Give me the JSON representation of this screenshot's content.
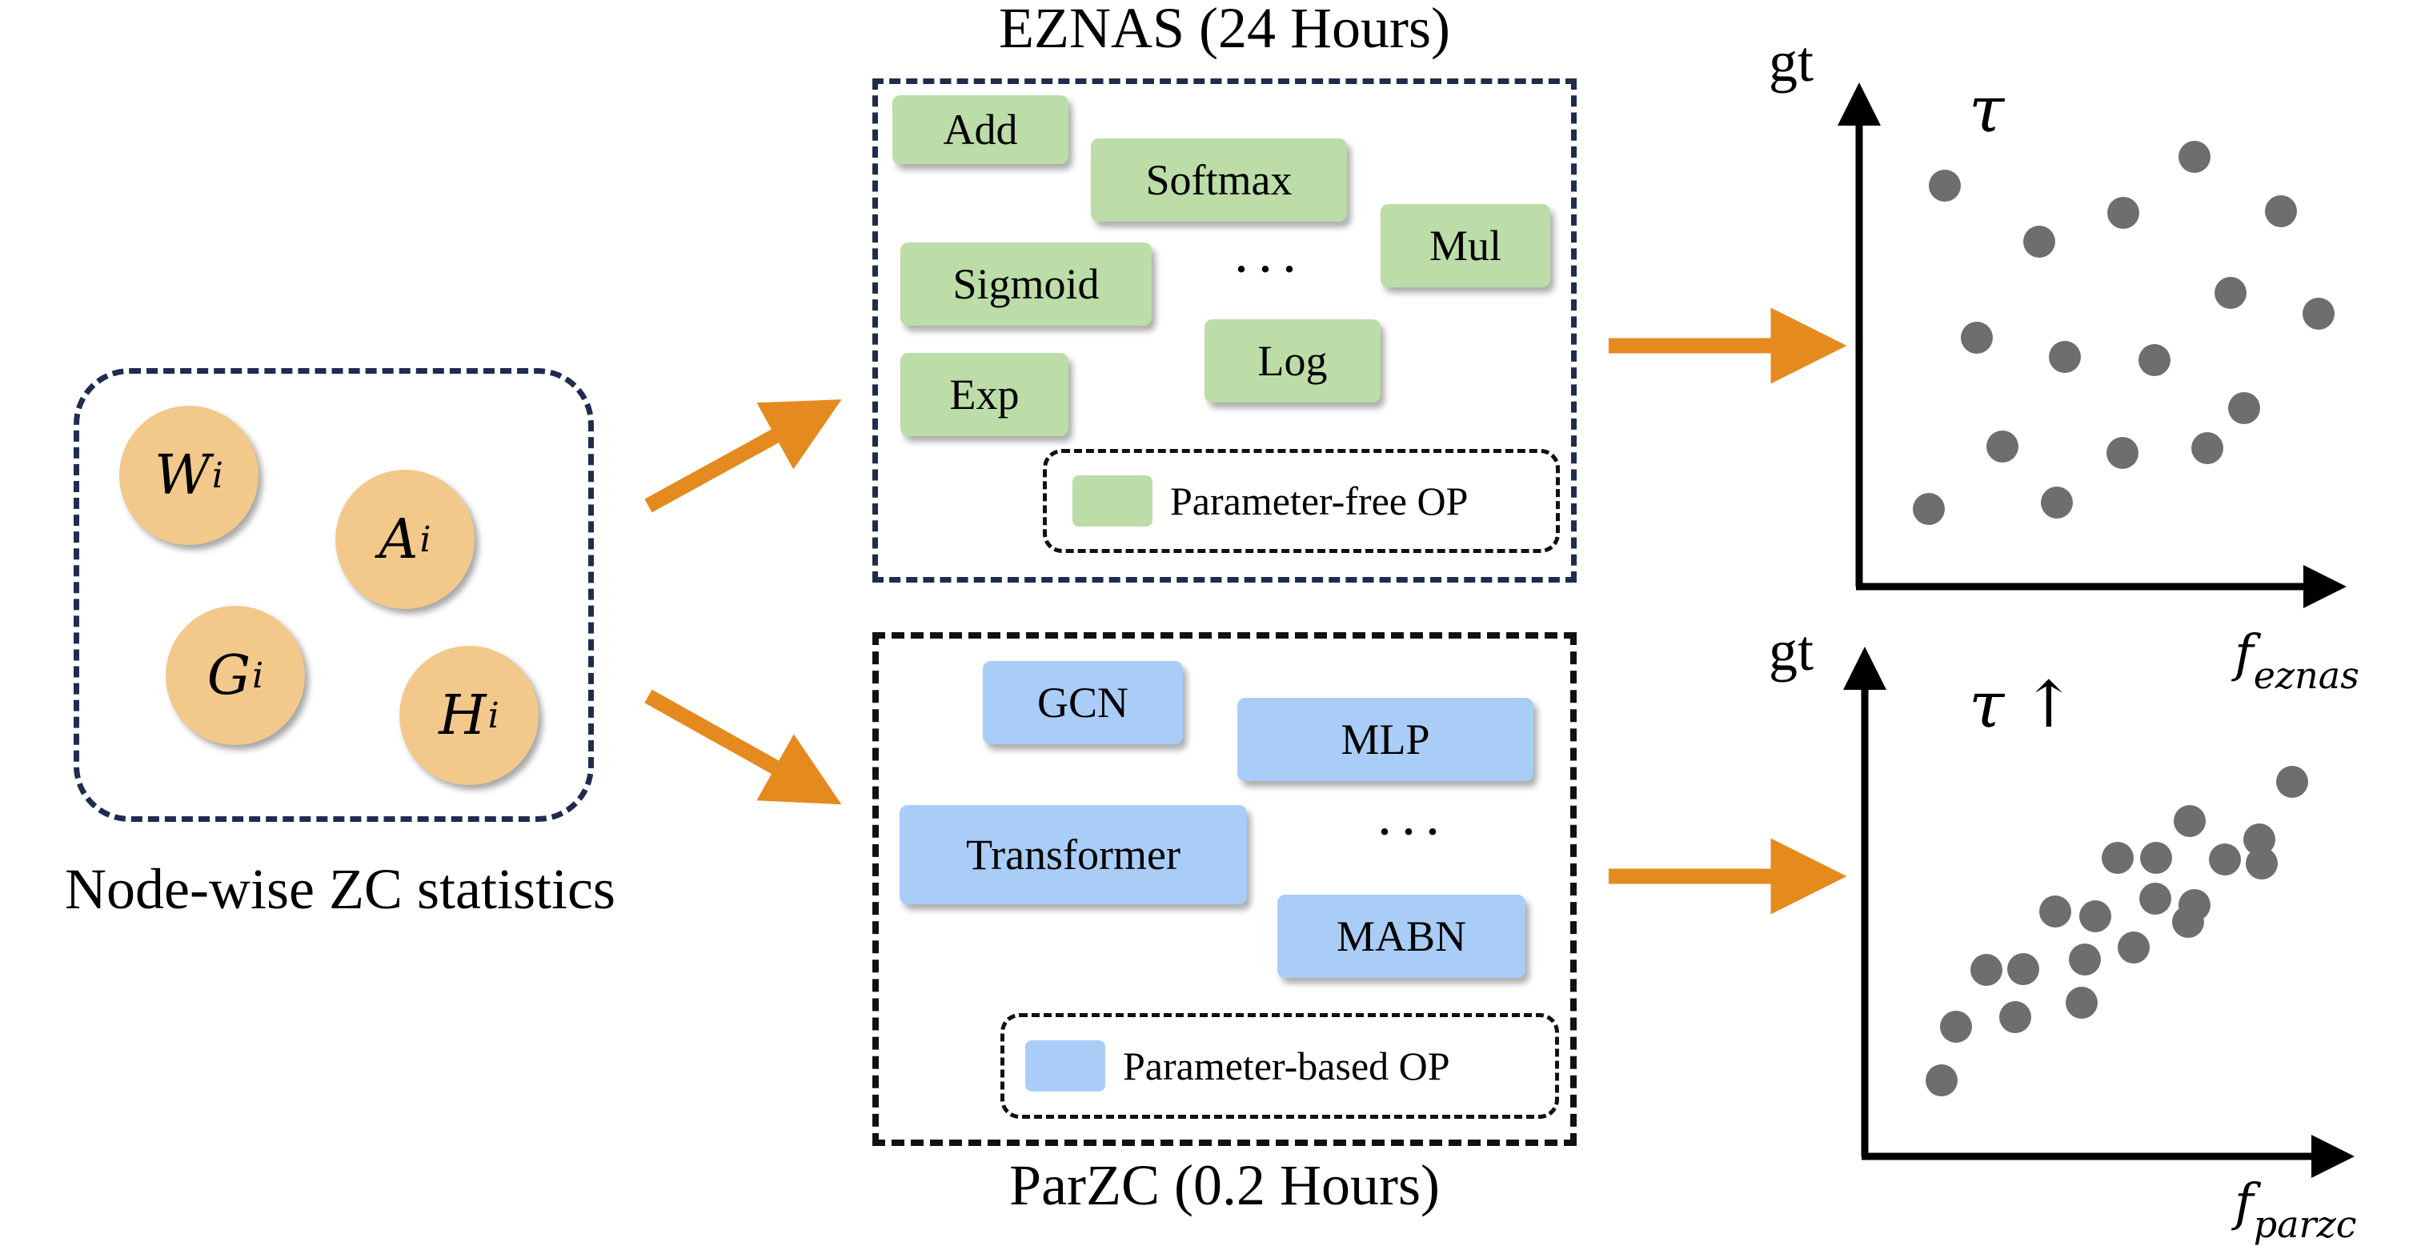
{
  "stats": {
    "caption": "Node-wise ZC statistics",
    "nodes": [
      {
        "base": "W",
        "sub": "i"
      },
      {
        "base": "A",
        "sub": "i"
      },
      {
        "base": "G",
        "sub": "i"
      },
      {
        "base": "H",
        "sub": "i"
      }
    ]
  },
  "eznas": {
    "title": "EZNAS (24 Hours)",
    "ops": [
      "Add",
      "Softmax",
      "Mul",
      "Sigmoid",
      "Log",
      "Exp"
    ],
    "ellipsis": "···",
    "legend": "Parameter-free OP"
  },
  "parzc": {
    "title": "ParZC (0.2 Hours)",
    "ops": [
      "GCN",
      "MLP",
      "Transformer",
      "MABN"
    ],
    "ellipsis": "···",
    "legend": "Parameter-based OP"
  },
  "plots": {
    "top": {
      "ylabel": "gt",
      "xlabel_base": "f",
      "xlabel_sub": "eznas",
      "tau": "τ",
      "tau_arrow": ""
    },
    "bottom": {
      "ylabel": "gt",
      "xlabel_base": "f",
      "xlabel_sub": "parzc",
      "tau": "τ",
      "tau_arrow": "↑"
    }
  },
  "colors": {
    "arrow": "#e58a1f",
    "node_fill": "#f2c98b",
    "free_op": "#bcdca8",
    "based_op": "#a9cdf6",
    "dot": "#6e6e6e"
  }
}
